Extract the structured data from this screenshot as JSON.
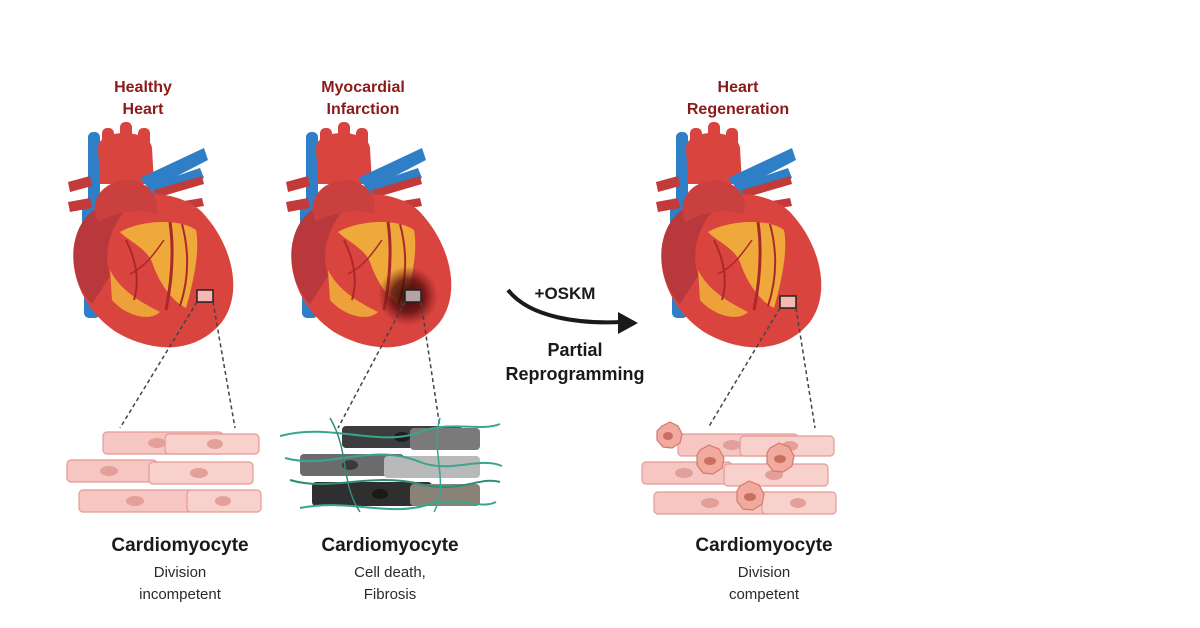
{
  "panels": [
    {
      "title_line1": "Healthy",
      "title_line2": "Heart",
      "cell_title": "Cardiomyocyte",
      "desc_line1": "Division",
      "desc_line2": "incompetent"
    },
    {
      "title_line1": "Myocardial",
      "title_line2": "Infarction",
      "cell_title": "Cardiomyocyte",
      "desc_line1": "Cell death,",
      "desc_line2": "Fibrosis"
    },
    {
      "title_line1": "Heart",
      "title_line2": "Regeneration",
      "cell_title": "Cardiomyocyte",
      "desc_line1": "Division",
      "desc_line2": "competent"
    }
  ],
  "transition": {
    "factor": "+OSKM",
    "label_line1": "Partial",
    "label_line2": "Reprogramming"
  },
  "colors": {
    "title": "#8b1a1a",
    "heart_red": "#d9443f",
    "vein_blue": "#2f7fc7",
    "fat_yellow": "#f0b23a",
    "healthy_cell": "#f6c6c2",
    "dead_cell": "#4a4a4a",
    "fibrosis": "#3aa58f"
  }
}
